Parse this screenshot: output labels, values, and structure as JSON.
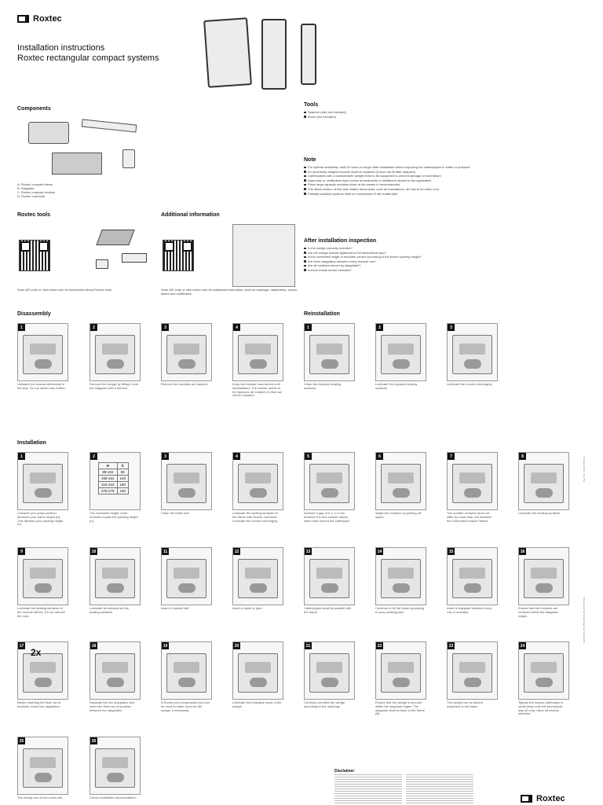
{
  "brand": "Roxtec",
  "title_line1": "Installation instructions",
  "title_line2": "Roxtec rectangular compact systems",
  "components": {
    "heading": "Components",
    "items": [
      "A: Roxtec compact frame",
      "B: Stayplate",
      "C: Roxtec compact module",
      "D: Roxtec Lubricant"
    ]
  },
  "tools": {
    "heading": "Tools",
    "items": [
      "Spanner (size not included)",
      "Brush (not included)"
    ]
  },
  "note": {
    "heading": "Note",
    "items": [
      "For optimal sealability, wait 24 hours or longer after installation before exposing the cables/pipes to strain or pressure",
      "An incorrectly adapted module shall be replaced (it does not fit after adaption)",
      "Cables/pipes with a considerable weight need to be supported to prevent damage or seal failure",
      "Approvals or certificates may involve amendments or limitations related to the application",
      "Place large capacity modules close to the weave in recommended",
      "The latest version of this and related documents, such as translations, are found at roxtec.com",
      "Partially installed systems shall be compressed if left unattended"
    ]
  },
  "roxtec_tools": {
    "heading": "Roxtec tools",
    "caption": "Scan QR code or visit roxtec.com for information about Roxtec tools"
  },
  "additional_info": {
    "heading": "Additional information",
    "caption": "Scan QR code or visit roxtec.com for additional information, such as drawings, datasheets, videos, tables and certificates"
  },
  "after_inspection": {
    "heading": "After installation inspection",
    "items": [
      "Is the wedge correctly oriented?",
      "Are the wedge screws tightened to full mechanical stop?",
      "Is the combined height of modules correct according to the frame opening height?",
      "Are there stayplates between every module row?",
      "Are all modules served by stayplates?",
      "Is there inside and/or lubricant?"
    ]
  },
  "disassembly": {
    "heading": "Disassembly",
    "steps": [
      {
        "n": "1",
        "cap": "Unfasten the screws alternately to full stop. Do not loosen any further."
      },
      {
        "n": "2",
        "cap": "Remove the wedge by lifting it over the stayplate with a flat tool."
      },
      {
        "n": "3",
        "cap": "Remove the modules as required."
      },
      {
        "n": "4",
        "cap": "Keep the module rows sorted until reinstallation. If a module needs to be replaced, all modules in that row will be replaced."
      }
    ]
  },
  "reinstallation": {
    "heading": "Reinstallation",
    "steps": [
      {
        "n": "1",
        "cap": "Clean the exposed sealing surfaces."
      },
      {
        "n": "2",
        "cap": "Lubricate the exposed sealing surfaces."
      },
      {
        "n": "3",
        "cap": "Lubricate the corners thoroughly."
      }
    ]
  },
  "installation": {
    "heading": "Installation",
    "steps": [
      {
        "n": "1",
        "cap": "Consider your pack-solution. Measure your frame height (H). This decides your packing height (h)."
      },
      {
        "n": "2",
        "cap": "The combined height of the modules equals the packing height (h)."
      },
      {
        "n": "3",
        "cap": "Clean the frame line."
      },
      {
        "n": "4",
        "cap": "Lubricate the sealing surfaces of the frame with Roxtec Lubricant. Lubricate the corners thoroughly."
      },
      {
        "n": "5",
        "cap": "Achieve a gap of 0.1–1.0 mm between the two module halves when held around the cable/pipe."
      },
      {
        "n": "6",
        "cap": "Adapt the modules by peeling off layers."
      },
      {
        "n": "7",
        "cap": "The number of layers must not differ by more than one between the connected module halves."
      },
      {
        "n": "8",
        "cap": "Lubricate the sealing surfaces."
      },
      {
        "n": "9",
        "cap": "Lubricate the sealing surfaces of the module halves. Do not remove the core."
      },
      {
        "n": "10",
        "cap": "Lubricate all surfaces on the sealing surfaces."
      },
      {
        "n": "11",
        "cap": "Insert a module half."
      },
      {
        "n": "12",
        "cap": "Insert a cable or pipe."
      },
      {
        "n": "13",
        "cap": "Cables/pipes shall be parallel with the frame."
      },
      {
        "n": "14",
        "cap": "Continue to fill the frame according to your packing plan."
      },
      {
        "n": "15",
        "cap": "Insert a stayplate between every row of modules."
      },
      {
        "n": "16",
        "cap": "Ensure that the modules are centered within the stayplate edges."
      },
      {
        "n": "17",
        "cap": "Before inserting the final row of modules, insert two stayplates."
      },
      {
        "n": "18",
        "cap": "Separate the two stayplates and insert the final row of modules between the stayplates."
      },
      {
        "n": "19",
        "cap": "A Roxtec pre-compression tool can be used to make room for the wedge, if necessary."
      },
      {
        "n": "20",
        "cap": "Lubricate the indicated areas of the wedge."
      },
      {
        "n": "21",
        "cap": "Correctly orientate the wedge according to the markings."
      },
      {
        "n": "22",
        "cap": "Ensure that the wedge is secured within the stayplate edges. The stayplate shall be flush to the frame (B)."
      },
      {
        "n": "23",
        "cap": "The wedge can be placed anywhere in the frame."
      },
      {
        "n": "24",
        "cap": "Tighten the screws alternately in small steps until full mechanical stop (0 mm). Wipe off excess lubricant."
      },
      {
        "n": "25",
        "cap": "The wedge end of the screw will..."
      },
      {
        "n": "26",
        "cap": "Check installation documentation..."
      }
    ],
    "table": {
      "headers": [
        "H",
        "h"
      ],
      "rows": [
        [
          "99-102",
          "60"
        ],
        [
          "158-161",
          "120"
        ],
        [
          "216-223",
          "180"
        ],
        [
          "276-279",
          "240"
        ]
      ]
    },
    "badge_2x": "2x"
  },
  "disclaimer": {
    "heading": "Disclaimer"
  },
  "side_note_1": "© Roxtec 2019 · Doc No: · ",
  "side_note_2": "Roxtec and the Roxtec logo are trademarks"
}
